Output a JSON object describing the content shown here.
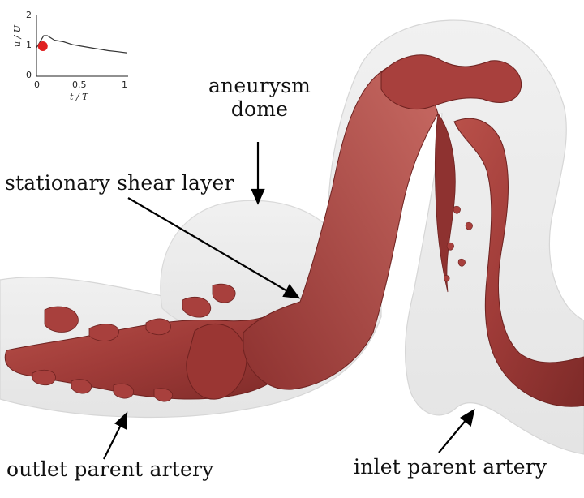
{
  "labels": {
    "dome_line1": "aneurysm",
    "dome_line2": "dome",
    "shear": "stationary shear layer",
    "outlet": "outlet parent artery",
    "inlet": "inlet parent artery"
  },
  "inset_chart": {
    "type": "line",
    "xlabel": "t / T",
    "ylabel": "u / U",
    "xlim": [
      0,
      1
    ],
    "ylim": [
      0,
      2
    ],
    "x_ticks": [
      "0",
      "0.5",
      "1"
    ],
    "y_ticks": [
      "0",
      "1",
      "2"
    ],
    "x": [
      0.0,
      0.08,
      0.12,
      0.2,
      0.3,
      0.4,
      0.5,
      0.6,
      0.7,
      0.8,
      0.9,
      1.0
    ],
    "y": [
      0.95,
      1.35,
      1.35,
      1.2,
      1.15,
      1.05,
      1.0,
      0.95,
      0.9,
      0.85,
      0.82,
      0.78
    ],
    "marker_t": 0.07,
    "marker_value": 1.0,
    "line_color": "#333333",
    "marker_color": "#e02020"
  },
  "colors": {
    "vessel_fill": "#e6e6e6",
    "vessel_edge": "#cfcfcf",
    "vortex": "#a8403d",
    "vortex_dark": "#7d2a28",
    "vortex_light": "#c86a63"
  }
}
